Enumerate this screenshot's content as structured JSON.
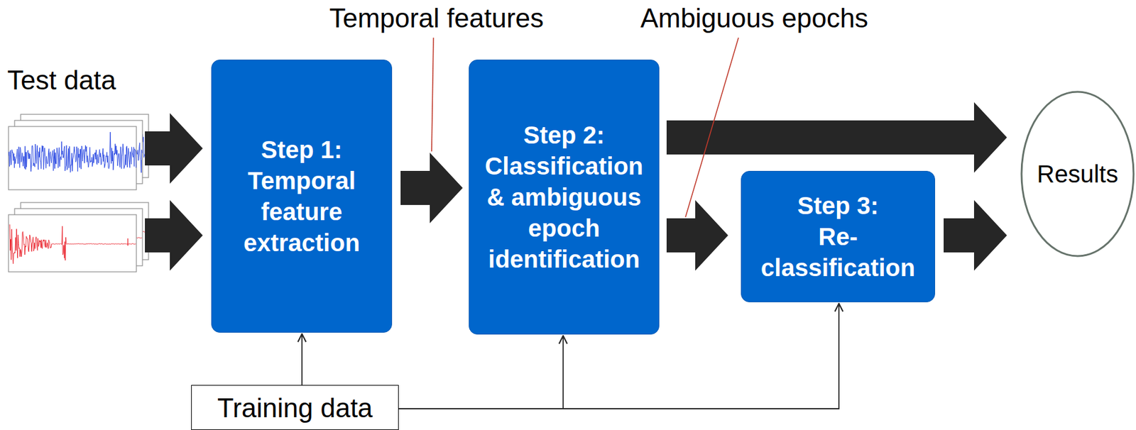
{
  "diagram": {
    "nodes": [
      {
        "text": [
          "Step 1:",
          "Temporal feature extraction"
        ]
      },
      {
        "text": [
          "Step 2:",
          "Classification & ambiguous epoch identification"
        ]
      },
      {
        "text": [
          "Step 3:",
          "Re-classification"
        ]
      },
      {
        "text": [
          "Results"
        ]
      },
      {
        "text": [
          "Training data"
        ]
      }
    ],
    "edges": [
      {
        "from": 0,
        "to": 1,
        "arrow": "to"
      },
      {
        "from": 1,
        "to": 3,
        "arrow": "to"
      },
      {
        "from": 1,
        "to": 2,
        "arrow": "to"
      },
      {
        "from": 2,
        "to": 3,
        "arrow": "to"
      },
      {
        "from": 4,
        "to": 0,
        "arrow": "to"
      },
      {
        "from": 4,
        "to": 1,
        "arrow": "to"
      },
      {
        "from": 4,
        "to": 2,
        "arrow": "to"
      }
    ],
    "labels": [
      "Test data",
      "Temporal features",
      "Ambiguous epochs"
    ]
  }
}
